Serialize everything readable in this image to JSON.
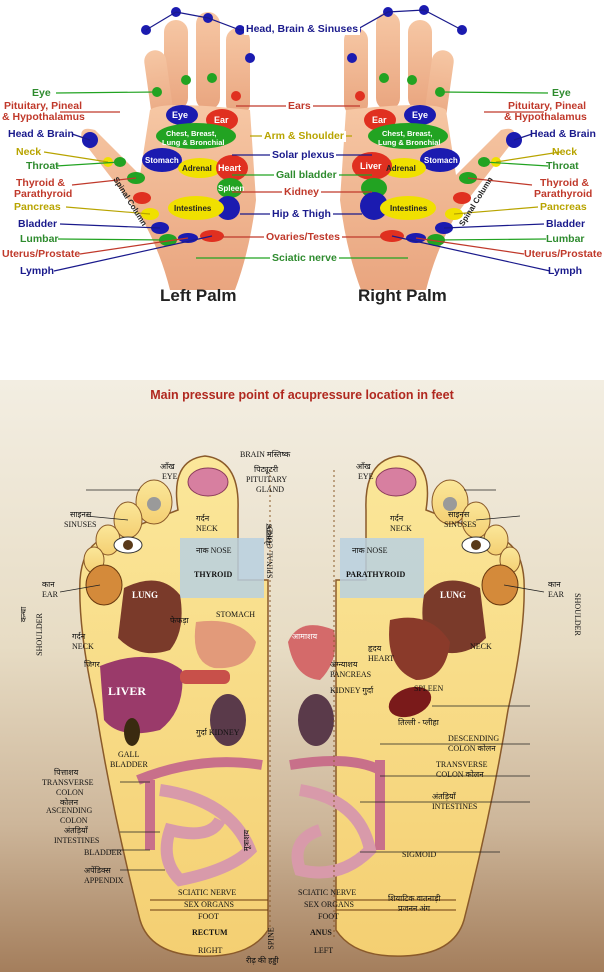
{
  "palms": {
    "left_caption": "Left Palm",
    "right_caption": "Right Palm",
    "center_labels": [
      {
        "text": "Head, Brain & Sinuses",
        "color": "#1a1a8c"
      },
      {
        "text": "Ears",
        "color": "#c0392b"
      },
      {
        "text": "Arm & Shoulder",
        "color": "#b8a400"
      },
      {
        "text": "Solar plexus",
        "color": "#1a1a8c"
      },
      {
        "text": "Gall bladder",
        "color": "#2e8b2e"
      },
      {
        "text": "Kidney",
        "color": "#c0392b"
      },
      {
        "text": "Hip & Thigh",
        "color": "#1a1a8c"
      },
      {
        "text": "Ovaries/Testes",
        "color": "#c0392b"
      },
      {
        "text": "Sciatic nerve",
        "color": "#2e8b2e"
      }
    ],
    "side_labels": [
      {
        "text": "Eye",
        "color": "#2e8b2e"
      },
      {
        "text": "Pituitary, Pineal",
        "color": "#c0392b"
      },
      {
        "text": "& Hypothalamus",
        "color": "#c0392b"
      },
      {
        "text": "Head & Brain",
        "color": "#1a1a8c"
      },
      {
        "text": "Neck",
        "color": "#b8a400"
      },
      {
        "text": "Throat",
        "color": "#2e8b2e"
      },
      {
        "text": "Thyroid &",
        "color": "#c0392b"
      },
      {
        "text": "Parathyroid",
        "color": "#c0392b"
      },
      {
        "text": "Pancreas",
        "color": "#b8a400"
      },
      {
        "text": "Bladder",
        "color": "#1a1a8c"
      },
      {
        "text": "Lumbar",
        "color": "#2e8b2e"
      },
      {
        "text": "Uterus/Prostate",
        "color": "#c0392b"
      },
      {
        "text": "Lymph",
        "color": "#1a1a8c"
      }
    ],
    "in_palm": {
      "eye": "Eye",
      "ear": "Ear",
      "chest": "Chest, Breast,",
      "lung": "Lung & Bronchial",
      "stomach": "Stomach",
      "adrenal": "Adrenal",
      "heart": "Heart",
      "liver": "Liver",
      "spleen": "Spleen",
      "intestines": "Intestines",
      "spinal": "Spinal Column"
    }
  },
  "feet": {
    "title": "Main pressure point of acupressure location in feet",
    "labels": {
      "brain": "BRAIN मस्तिष्क",
      "pituitary_hi": "पिट्यूटरी",
      "pituitary": "PITUITARY",
      "gland": "GLAND",
      "eye_hi": "आँख",
      "eye": "EYE",
      "sinuses_hi": "साइनस",
      "sinuses": "SINUSES",
      "neck_hi": "गर्दन",
      "neck": "NECK",
      "nose": "नाक NOSE",
      "thyroid": "THYROID",
      "parathyroid": "PARATHYROID",
      "spinal_hi": "मेरुदण्ड",
      "spinal": "SPINAL CORD",
      "ear_hi": "कान",
      "ear": "EAR",
      "shoulder_hi": "कन्धा",
      "shoulder": "SHOULDER",
      "lung": "LUNG",
      "lung_hi": "फेफड़ा",
      "stomach": "STOMACH",
      "stomach_hi": "आमाशय",
      "heart_hi": "हृदय",
      "heart": "HEART",
      "pancreas_hi": "अग्न्याशय",
      "pancreas": "PANCREAS",
      "liver_hi": "जिगर",
      "liver": "LIVER",
      "kidney_l": "गुर्दा KIDNEY",
      "kidney_r": "KIDNEY गुर्दा",
      "spleen": "SPLEEN",
      "spleen_hi": "तिल्ली - प्लीहा",
      "gall1": "GALL",
      "gall2": "BLADDER",
      "desc1": "DESCENDING",
      "desc2": "COLON कोलन",
      "trans_hi": "पित्ताशय",
      "trans1": "TRANSVERSE",
      "trans2": "COLON",
      "colon_hi": "कोलन",
      "asc1": "ASCENDING",
      "asc2": "COLON",
      "trans_r1": "TRANSVERSE",
      "trans_r2": "COLON कोलन",
      "int_hi": "अंतड़ियाँ",
      "intestines": "INTESTINES",
      "int_hi_r": "अंतड़ियाँ",
      "intestines_r": "INTESTINES",
      "bladder": "BLADDER",
      "mutrashay": "मूत्राशय",
      "appendix_hi": "अपेंडिक्स",
      "appendix": "APPENDIX",
      "sigmoid": "SIGMOID",
      "sciatic_l": "SCIATIC NERVE",
      "sciatic_r": "SCIATIC NERVE",
      "sex_l": "SEX ORGANS",
      "sex_r": "SEX ORGANS",
      "foot_l": "FOOT",
      "foot_r": "FOOT",
      "sciatic_hi": "शियाटिक वातनाड़ी",
      "prajanan": "प्रजनन अंग",
      "rectum": "RECTUM",
      "anus": "ANUS",
      "spine": "SPINE",
      "right": "RIGHT",
      "left": "LEFT",
      "reedh": "रीढ़ की हड्डी"
    }
  }
}
